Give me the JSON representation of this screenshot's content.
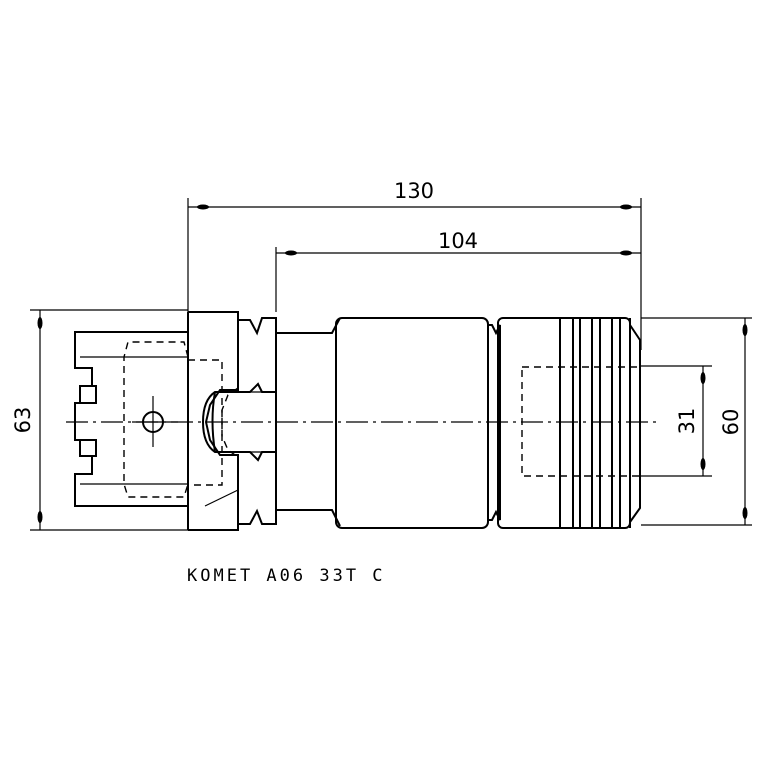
{
  "dimensions": {
    "overall_length": "130",
    "shank_length": "104",
    "flange_diameter": "63",
    "body_diameter": "60",
    "bore_diameter": "31"
  },
  "caption": "KOMET A06 33T C"
}
